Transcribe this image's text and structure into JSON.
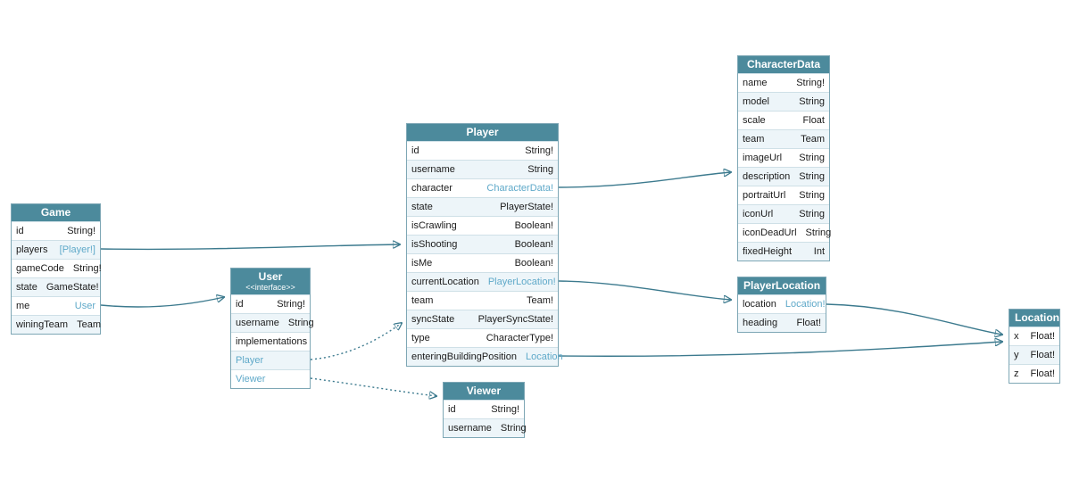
{
  "diagram": {
    "colors": {
      "header": "#4c8a9c",
      "link": "#5fa9c9",
      "arrow": "#3c7a8e",
      "row_alt": "#edf5f9"
    },
    "tables": {
      "game": {
        "title": "Game",
        "rows": [
          {
            "name": "id",
            "type": "String!"
          },
          {
            "name": "players",
            "type": "[Player!]"
          },
          {
            "name": "gameCode",
            "type": "String!"
          },
          {
            "name": "state",
            "type": "GameState!"
          },
          {
            "name": "me",
            "type": "User"
          },
          {
            "name": "winingTeam",
            "type": "Team"
          }
        ]
      },
      "user": {
        "title": "User",
        "stereotype": "<<interface>>",
        "rows": [
          {
            "name": "id",
            "type": "String!"
          },
          {
            "name": "username",
            "type": "String"
          },
          {
            "name": "implementations",
            "type": ""
          },
          {
            "name": "Player",
            "type": ""
          },
          {
            "name": "Viewer",
            "type": ""
          }
        ]
      },
      "player": {
        "title": "Player",
        "rows": [
          {
            "name": "id",
            "type": "String!"
          },
          {
            "name": "username",
            "type": "String"
          },
          {
            "name": "character",
            "type": "CharacterData!"
          },
          {
            "name": "state",
            "type": "PlayerState!"
          },
          {
            "name": "isCrawling",
            "type": "Boolean!"
          },
          {
            "name": "isShooting",
            "type": "Boolean!"
          },
          {
            "name": "isMe",
            "type": "Boolean!"
          },
          {
            "name": "currentLocation",
            "type": "PlayerLocation!"
          },
          {
            "name": "team",
            "type": "Team!"
          },
          {
            "name": "syncState",
            "type": "PlayerSyncState!"
          },
          {
            "name": "type",
            "type": "CharacterType!"
          },
          {
            "name": "enteringBuildingPosition",
            "type": "Location"
          }
        ]
      },
      "viewer": {
        "title": "Viewer",
        "rows": [
          {
            "name": "id",
            "type": "String!"
          },
          {
            "name": "username",
            "type": "String"
          }
        ]
      },
      "characterData": {
        "title": "CharacterData",
        "rows": [
          {
            "name": "name",
            "type": "String!"
          },
          {
            "name": "model",
            "type": "String"
          },
          {
            "name": "scale",
            "type": "Float"
          },
          {
            "name": "team",
            "type": "Team"
          },
          {
            "name": "imageUrl",
            "type": "String"
          },
          {
            "name": "description",
            "type": "String"
          },
          {
            "name": "portraitUrl",
            "type": "String"
          },
          {
            "name": "iconUrl",
            "type": "String"
          },
          {
            "name": "iconDeadUrl",
            "type": "String"
          },
          {
            "name": "fixedHeight",
            "type": "Int"
          }
        ]
      },
      "playerLocation": {
        "title": "PlayerLocation",
        "rows": [
          {
            "name": "location",
            "type": "Location!"
          },
          {
            "name": "heading",
            "type": "Float!"
          }
        ]
      },
      "location": {
        "title": "Location",
        "rows": [
          {
            "name": "x",
            "type": "Float!"
          },
          {
            "name": "y",
            "type": "Float!"
          },
          {
            "name": "z",
            "type": "Float!"
          }
        ]
      }
    }
  }
}
